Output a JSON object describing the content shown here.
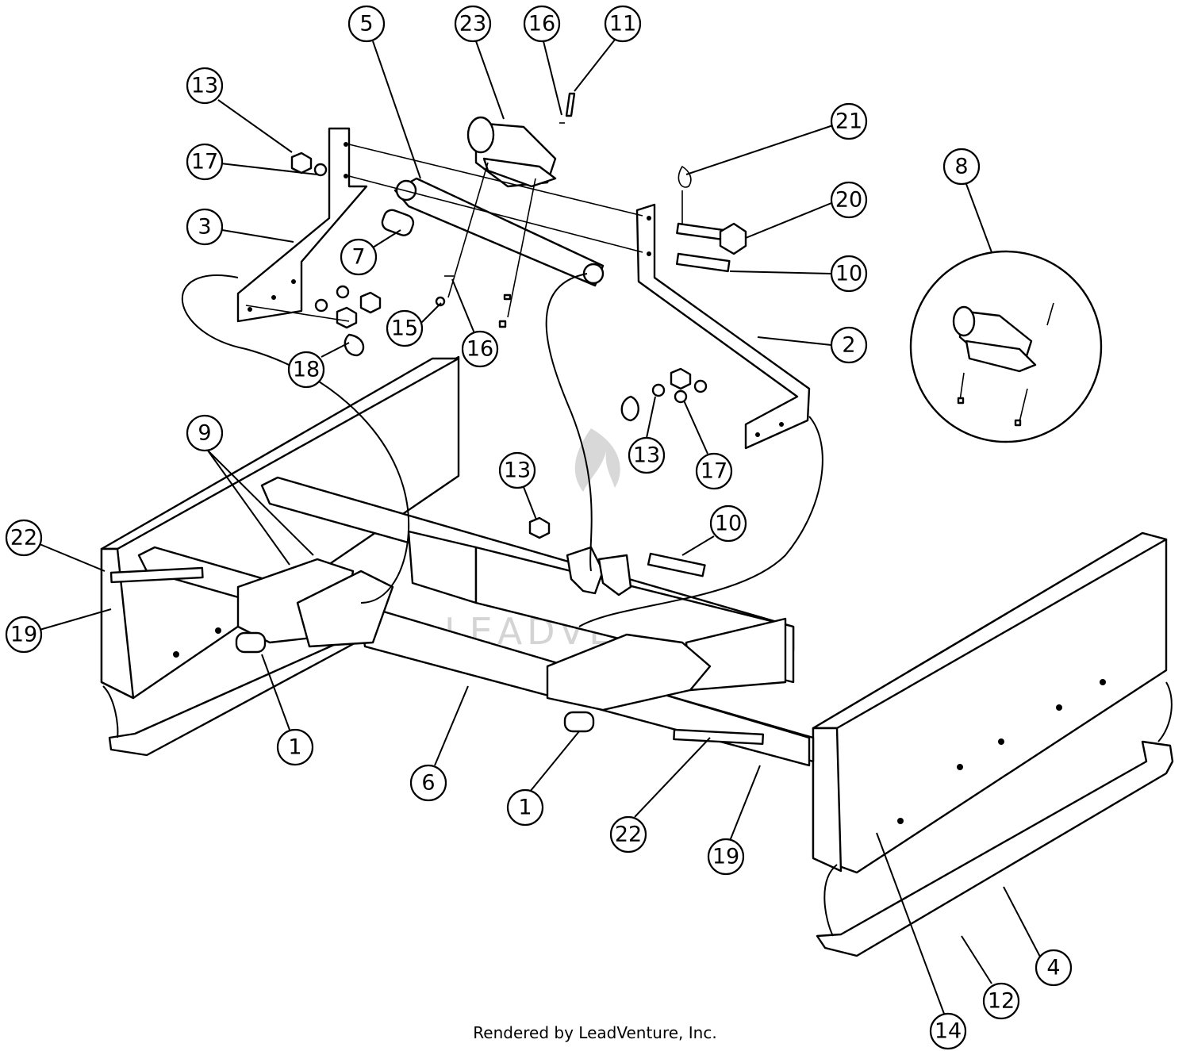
{
  "footer_text": "Rendered by LeadVenture, Inc.",
  "watermark_text": "LEADVENTURE",
  "callouts": [
    {
      "label": "13"
    },
    {
      "label": "17"
    },
    {
      "label": "3"
    },
    {
      "label": "5"
    },
    {
      "label": "23"
    },
    {
      "label": "16"
    },
    {
      "label": "11"
    },
    {
      "label": "21"
    },
    {
      "label": "20"
    },
    {
      "label": "10"
    },
    {
      "label": "7"
    },
    {
      "label": "15"
    },
    {
      "label": "16"
    },
    {
      "label": "18"
    },
    {
      "label": "2"
    },
    {
      "label": "8"
    },
    {
      "label": "13"
    },
    {
      "label": "17"
    },
    {
      "label": "9"
    },
    {
      "label": "13"
    },
    {
      "label": "10"
    },
    {
      "label": "22"
    },
    {
      "label": "19"
    },
    {
      "label": "1"
    },
    {
      "label": "6"
    },
    {
      "label": "1"
    },
    {
      "label": "22"
    },
    {
      "label": "19"
    },
    {
      "label": "4"
    },
    {
      "label": "12"
    },
    {
      "label": "14"
    }
  ]
}
